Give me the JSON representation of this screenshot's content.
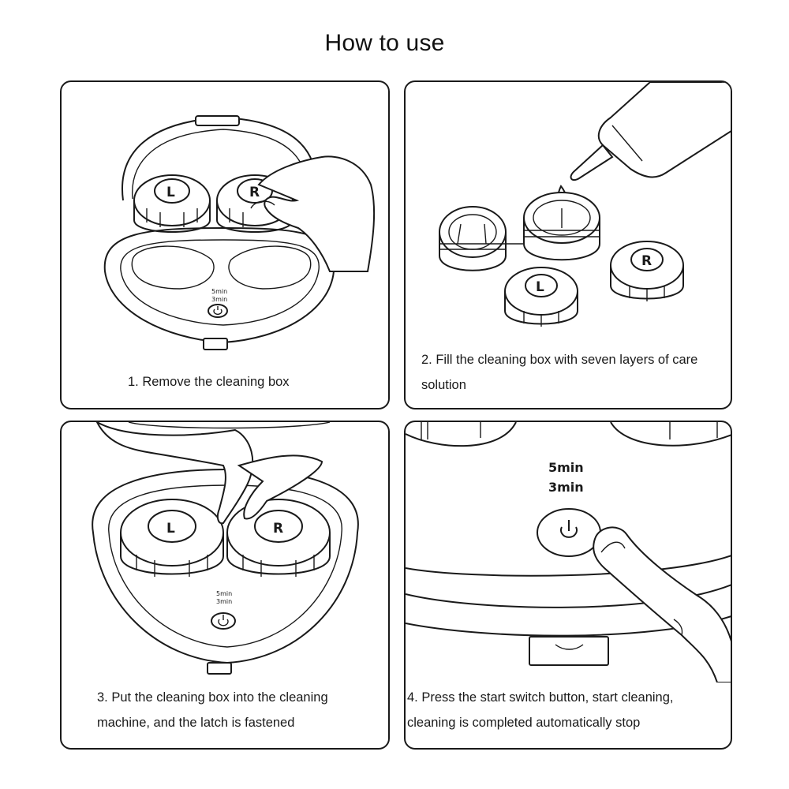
{
  "title": "How to use",
  "steps": [
    {
      "caption": "1. Remove the cleaning box"
    },
    {
      "caption": "2. Fill the cleaning box with seven layers of care solution"
    },
    {
      "caption": "3. Put the cleaning box into the cleaning machine, and the latch is fastened"
    },
    {
      "caption": "4. Press the start switch button, start cleaning, cleaning is completed automatically stop"
    }
  ],
  "cap_labels": {
    "left": "L",
    "right": "R"
  },
  "timer_labels": {
    "first": "5min",
    "second": "3min"
  },
  "icons": [
    "power-icon",
    "hand-icon",
    "finger-icon",
    "bottle-icon",
    "droplet-icon"
  ]
}
